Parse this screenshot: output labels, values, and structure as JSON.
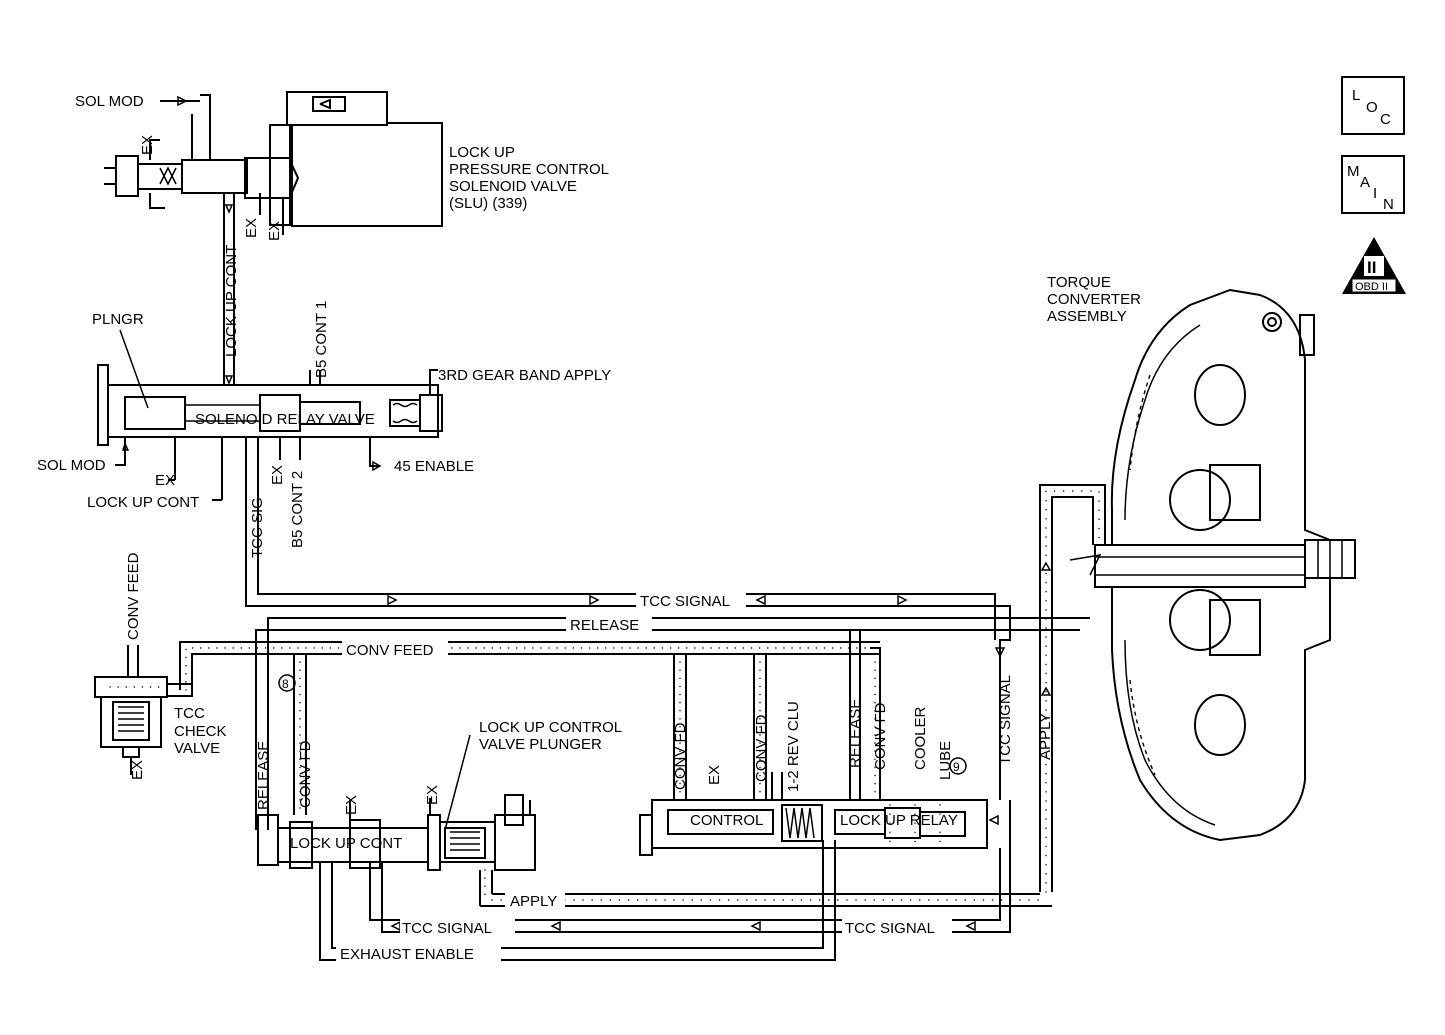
{
  "nav": {
    "loc": {
      "l": "L",
      "o": "O",
      "c": "C"
    },
    "main": {
      "m": "M",
      "a": "A",
      "i": "I",
      "n": "N"
    },
    "obd": {
      "numeral": "II",
      "label": "OBD II"
    }
  },
  "labels": {
    "sol_mod_top": "SOL MOD",
    "ex_a": "EX",
    "ex_b": "EX",
    "ex_c": "EX",
    "lock_up_cont_vertical": "LOCK UP CONT",
    "slu_line1": "LOCK UP",
    "slu_line2": "PRESSURE CONTROL",
    "slu_line3": "SOLENOID VALVE",
    "slu_line4": "(SLU) (339)",
    "plngr": "PLNGR",
    "b5_cont_1": "B5 CONT 1",
    "third_gear_band_apply": "3RD GEAR BAND APPLY",
    "solenoid_relay_valve": "SOLENOID RELAY VALVE",
    "sol_mod_mid": "SOL MOD",
    "ex_d": "EX",
    "lock_up_cont_mid": "LOCK UP CONT",
    "tcc_sig": "TCC SIG",
    "ex_e": "EX",
    "b5_cont_2": "B5 CONT 2",
    "enable_45": "45 ENABLE",
    "torque_line1": "TORQUE",
    "torque_line2": "CONVERTER",
    "torque_line3": "ASSEMBLY",
    "conv_feed_vertical": "CONV FEED",
    "tcc_signal_top": "TCC SIGNAL",
    "release_top": "RELEASE",
    "conv_feed_horizontal": "CONV FEED",
    "tcc_check_line1": "TCC",
    "tcc_check_line2": "CHECK",
    "tcc_check_line3": "VALVE",
    "ex_f": "EX",
    "release_left": "RELEASE",
    "conv_fd_a": "CONV FD",
    "ex_g": "EX",
    "ex_h": "EX",
    "plunger_line1": "LOCK UP CONTROL",
    "plunger_line2": "VALVE PLUNGER",
    "conv_fd_b": "CONV FD",
    "ex_i": "EX",
    "conv_fd_c": "CONV FD",
    "rev_clu": "1-2 REV CLU",
    "release_mid": "RELEASE",
    "conv_fd_d": "CONV FD",
    "cooler": "COOLER",
    "lube": "LUBE",
    "tcc_signal_right": "TCC SIGNAL",
    "apply_vertical": "APPLY",
    "lock_up_cont_valve": "LOCK UP CONT",
    "control_valve": "CONTROL",
    "lock_up_relay": "LOCK UP RELAY",
    "apply_bottom": "APPLY",
    "tcc_signal_bottom_left": "TCC SIGNAL",
    "tcc_signal_bottom_right": "TCC SIGNAL",
    "exhaust_enable": "EXHAUST ENABLE",
    "circle_8": "8",
    "circle_9": "9"
  }
}
